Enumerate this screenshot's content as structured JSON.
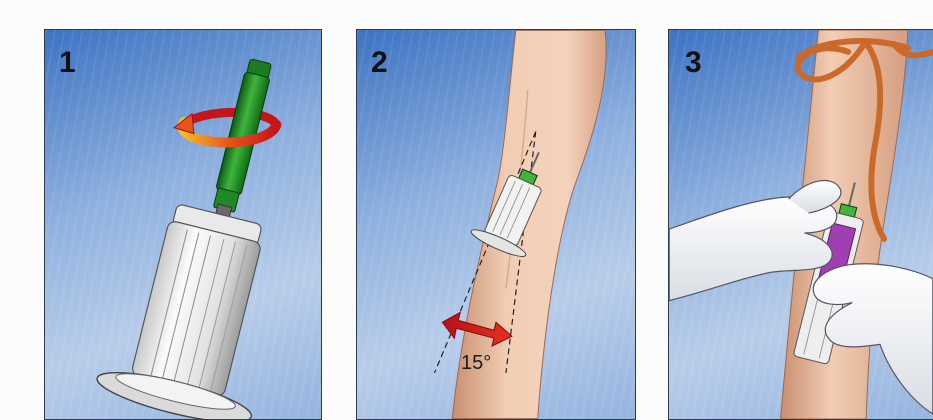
{
  "steps": [
    {
      "number": "1"
    },
    {
      "number": "2",
      "angle_label": "15°"
    },
    {
      "number": "3"
    }
  ]
}
